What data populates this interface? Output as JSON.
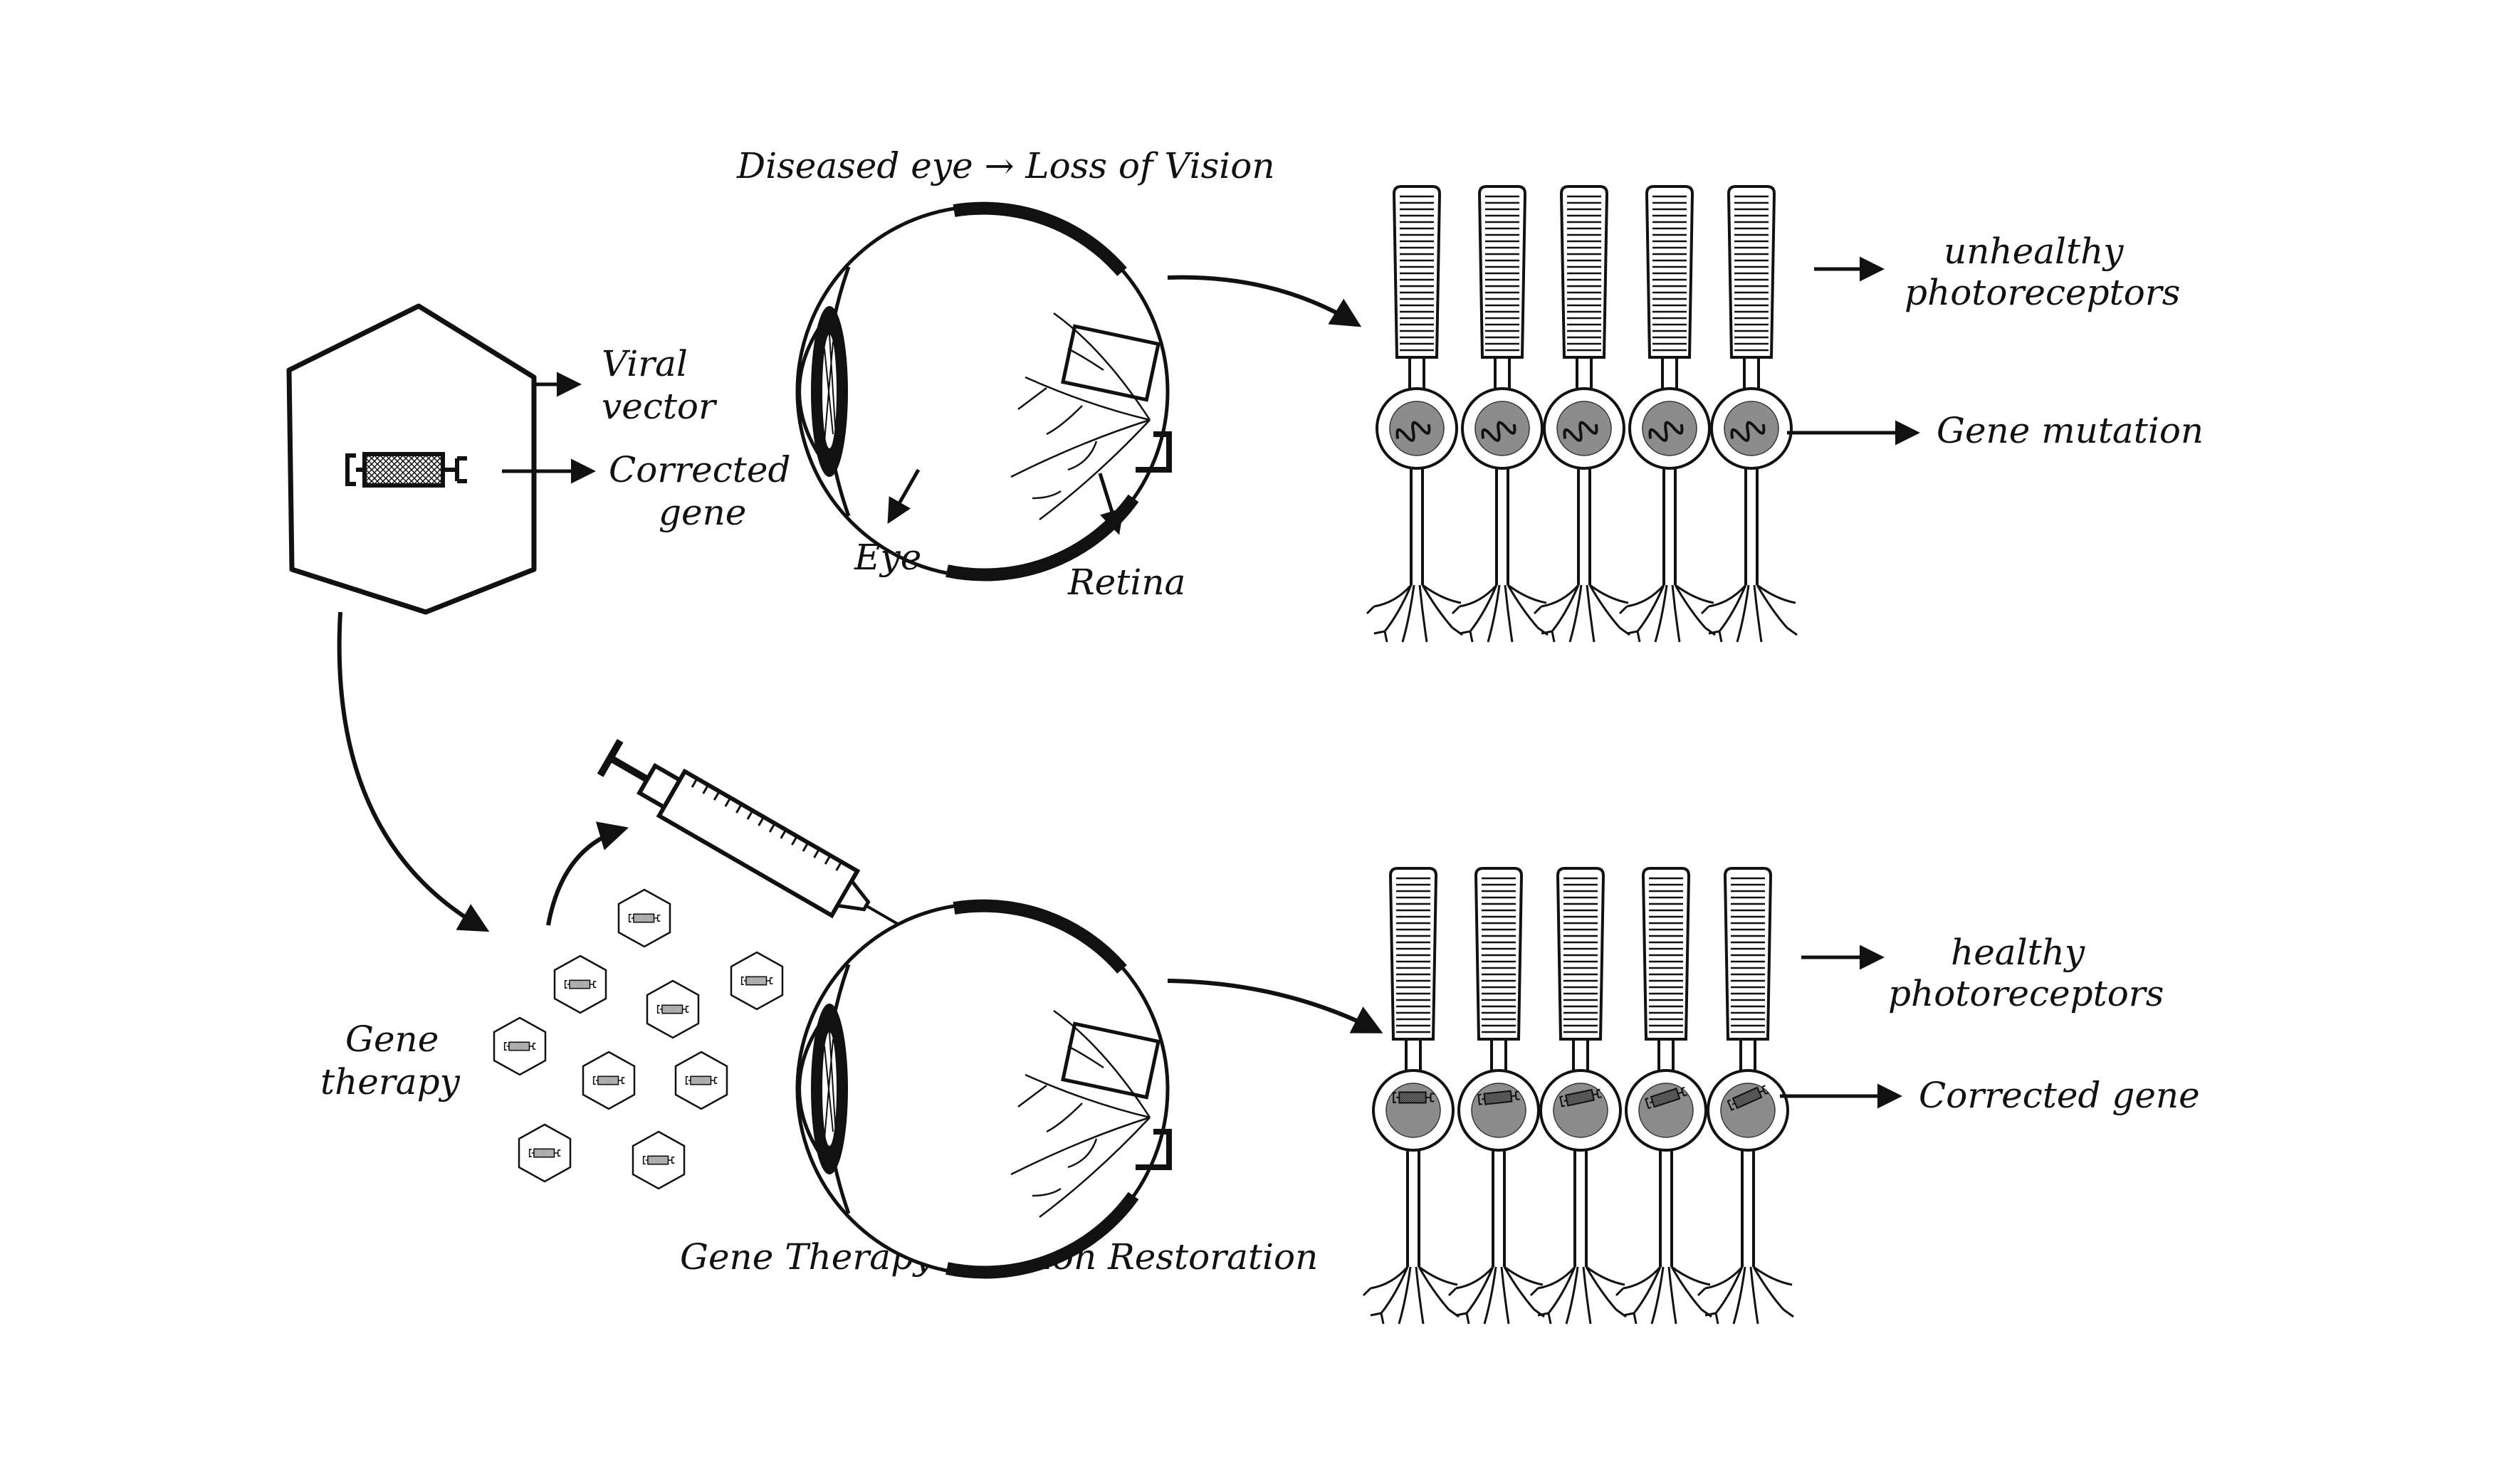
{
  "labels": {
    "diseased_title": "Diseased eye → Loss of Vision",
    "therapy_title": "Gene Therapy → Vision Restoration",
    "viral_vector_1": "Viral",
    "viral_vector_2": "vector",
    "corrected_gene_1": "Corrected",
    "corrected_gene_2": "gene",
    "eye": "Eye",
    "retina": "Retina",
    "unhealthy_1": "unhealthy",
    "unhealthy_2": "photoreceptors",
    "gene_mutation": "Gene mutation",
    "healthy_1": "healthy",
    "healthy_2": "photoreceptors",
    "corrected_gene_full": "Corrected gene",
    "gene_therapy_1": "Gene",
    "gene_therapy_2": "therapy"
  },
  "colors": {
    "ink": "#111111",
    "nucleus": "#8c8c8c",
    "background": "#ffffff"
  },
  "icons": [
    "viral-vector-hexagon",
    "gene-cassette",
    "eye-cross-section",
    "syringe",
    "photoreceptor-rod",
    "mutated-gene-coil",
    "corrected-gene-cassette"
  ]
}
